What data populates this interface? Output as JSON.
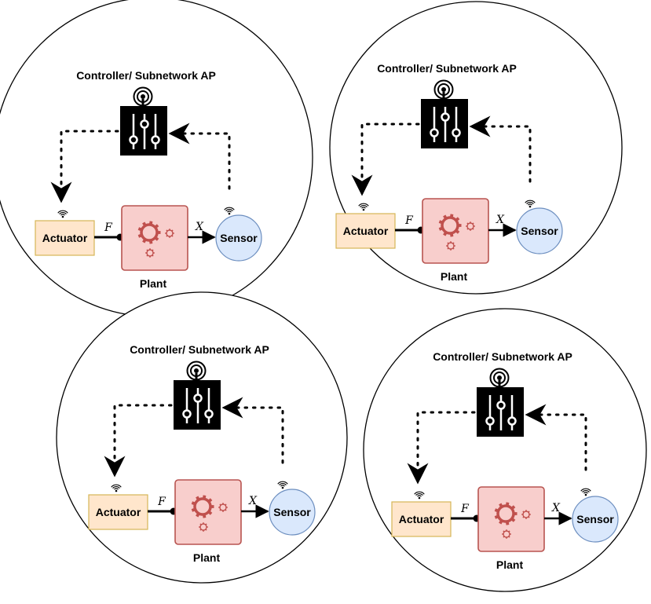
{
  "colors": {
    "circle_stroke": "#000000",
    "controller_fill": "#000000",
    "controller_icon": "#ffffff",
    "actuator_fill": "#ffe6cc",
    "actuator_stroke": "#d6b656",
    "plant_fill": "#f8cecc",
    "plant_stroke": "#b85450",
    "gear_color": "#c0504d",
    "sensor_fill": "#dae8fc",
    "sensor_stroke": "#6c8ebf"
  },
  "icons": {
    "controller": "sliders-icon",
    "antenna": "antenna-signal-icon",
    "wifi": "wifi-icon",
    "plant": "gears-icon"
  },
  "subnetworks": [
    {
      "controller_label": "Controller/ Subnetwork AP",
      "actuator_label": "Actuator",
      "plant_label": "Plant",
      "sensor_label": "Sensor",
      "input_signal": "F",
      "output_signal": "X"
    },
    {
      "controller_label": "Controller/ Subnetwork AP",
      "actuator_label": "Actuator",
      "plant_label": "Plant",
      "sensor_label": "Sensor",
      "input_signal": "F",
      "output_signal": "X"
    },
    {
      "controller_label": "Controller/ Subnetwork AP",
      "actuator_label": "Actuator",
      "plant_label": "Plant",
      "sensor_label": "Sensor",
      "input_signal": "F",
      "output_signal": "X"
    },
    {
      "controller_label": "Controller/ Subnetwork AP",
      "actuator_label": "Actuator",
      "plant_label": "Plant",
      "sensor_label": "Sensor",
      "input_signal": "F",
      "output_signal": "X"
    }
  ]
}
